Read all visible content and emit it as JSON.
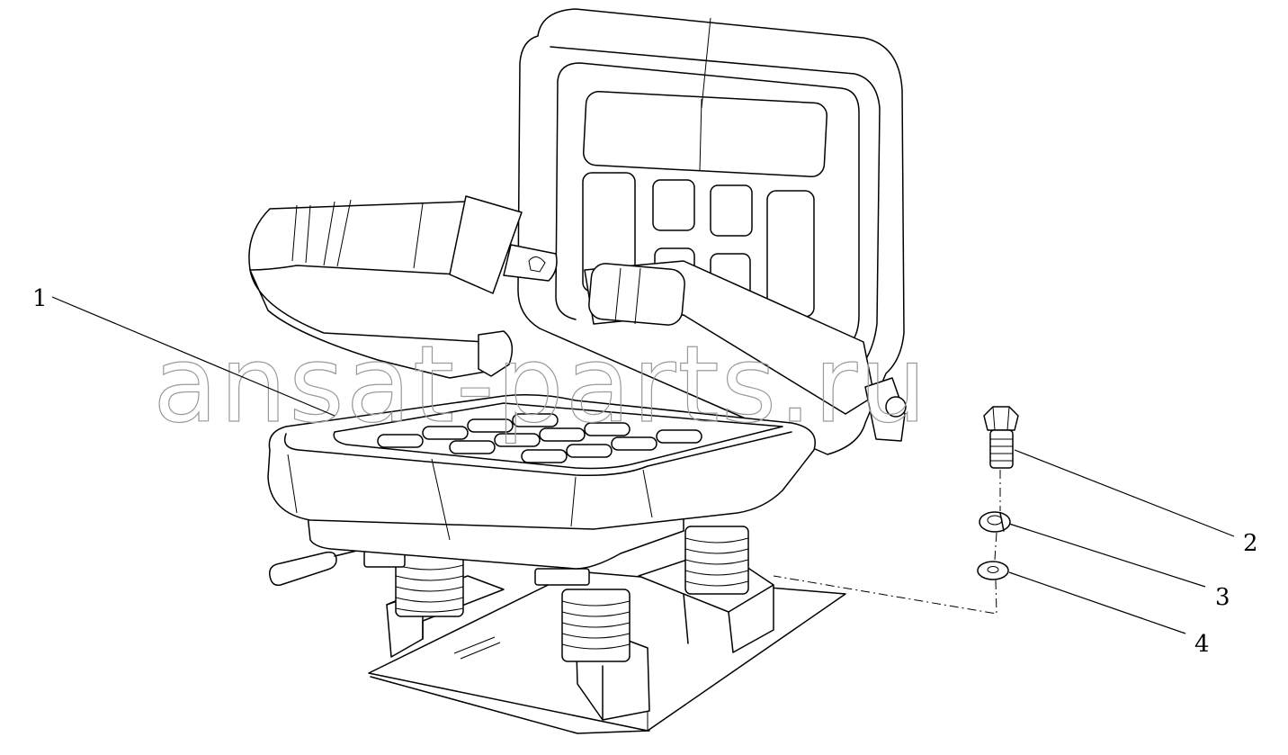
{
  "diagram": {
    "callouts": [
      {
        "id": "1",
        "label": "1"
      },
      {
        "id": "2",
        "label": "2"
      },
      {
        "id": "3",
        "label": "3"
      },
      {
        "id": "4",
        "label": "4"
      }
    ],
    "watermark": "ansat-parts.ru"
  }
}
